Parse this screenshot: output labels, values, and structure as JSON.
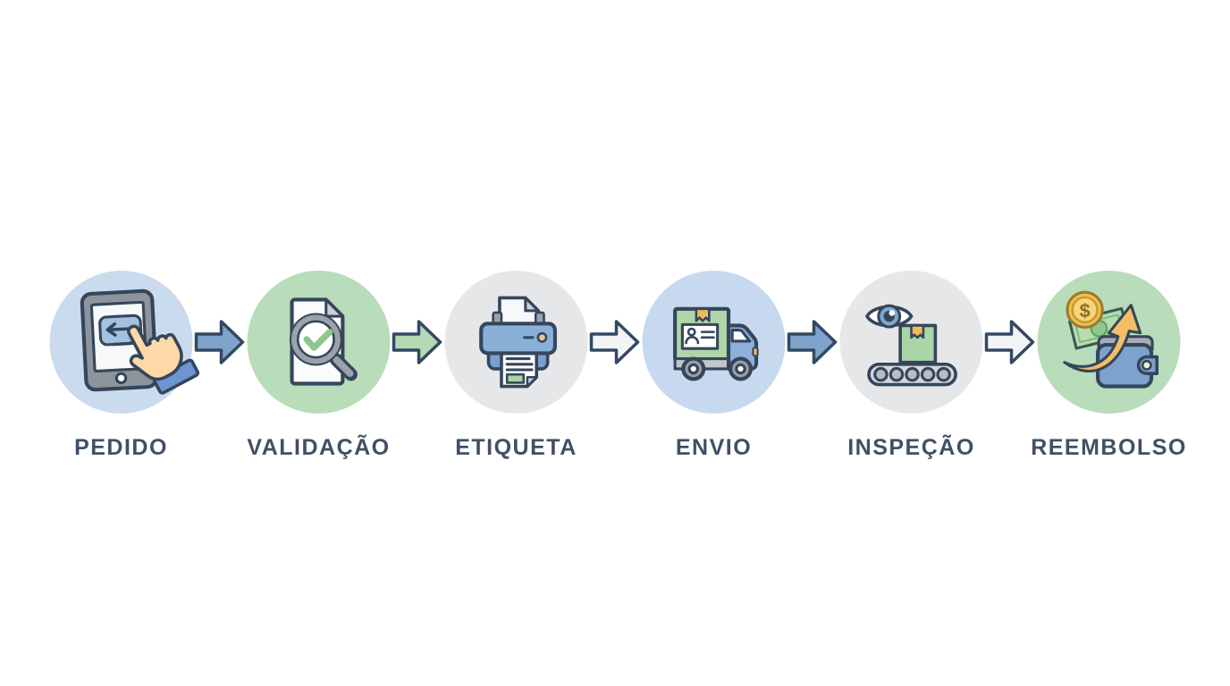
{
  "page": {
    "background": "#ffffff"
  },
  "flow": {
    "steps": [
      {
        "id": "pedido",
        "label": "PEDIDO",
        "icon": "tablet-return-tap-icon",
        "circle_color": "#cadbee"
      },
      {
        "id": "validacao",
        "label": "VALIDAÇÃO",
        "icon": "document-check-magnifier-icon",
        "circle_color": "#b9dcba"
      },
      {
        "id": "etiqueta",
        "label": "ETIQUETA",
        "icon": "printer-label-icon",
        "circle_color": "#e6e7e9"
      },
      {
        "id": "envio",
        "label": "ENVIO",
        "icon": "delivery-truck-icon",
        "circle_color": "#c6d9ee"
      },
      {
        "id": "inspecao",
        "label": "INSPEÇÃO",
        "icon": "eye-conveyor-box-icon",
        "circle_color": "#e6e7e9"
      },
      {
        "id": "reembolso",
        "label": "REEMBOLSO",
        "icon": "coin-wallet-refund-icon",
        "circle_color": "#b9dcba",
        "coin_symbol": "$"
      }
    ],
    "connectors": [
      {
        "from": "pedido",
        "to": "validacao",
        "fill": "#7fa3cb"
      },
      {
        "from": "validacao",
        "to": "etiqueta",
        "fill": "#b4d9b5"
      },
      {
        "from": "etiqueta",
        "to": "envio",
        "fill": "#f2f4f6"
      },
      {
        "from": "envio",
        "to": "inspecao",
        "fill": "#7fa3cb"
      },
      {
        "from": "inspecao",
        "to": "reembolso",
        "fill": "#f2f4f6"
      }
    ],
    "style": {
      "outline_color": "#35465c",
      "arrow_outline_color": "#334963",
      "label_color": "#3f5066"
    }
  }
}
